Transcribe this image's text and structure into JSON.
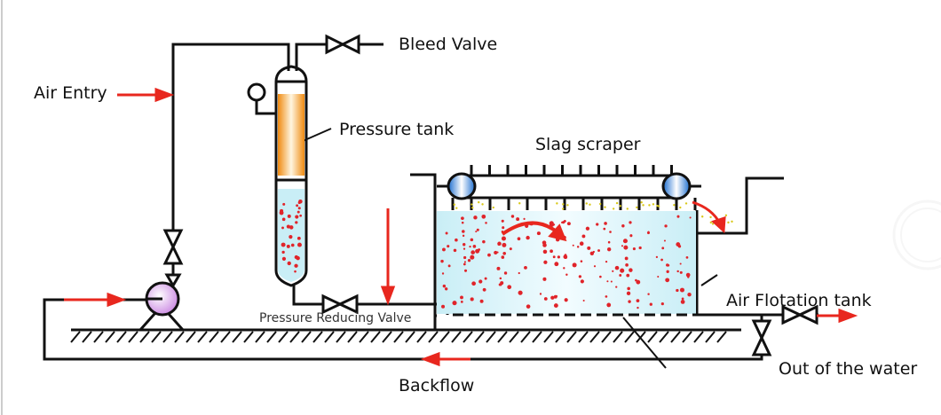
{
  "labels": {
    "bleed_valve": "Bleed Valve",
    "air_entry": "Air Entry",
    "pressure_tank": "Pressure tank",
    "slag_scraper": "Slag scraper",
    "pressure_reducing_valve": "Pressure Reducing Valve",
    "air_flotation_tank": "Air Flotation tank",
    "out_of_the_water": "Out of the water",
    "backflow": "Backflow"
  },
  "colors": {
    "line": "#111111",
    "arrow": "#e8271e",
    "water": "#bfe9f2",
    "bubble": "#e0242a",
    "tank_fill": "#f39a1e",
    "pump": "#d9a6ea",
    "roller": "#3a8fd9",
    "slag": "#d9c81a"
  }
}
